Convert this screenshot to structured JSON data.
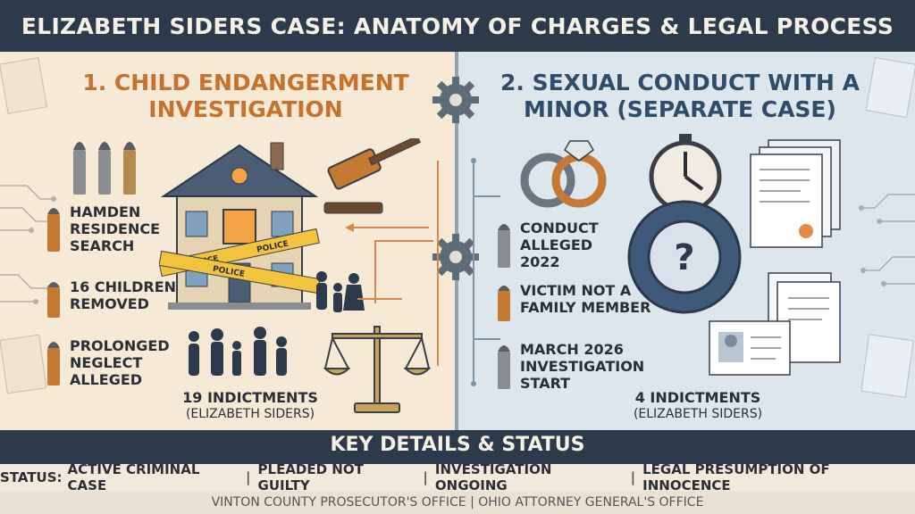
{
  "title": "ELIZABETH SIDERS CASE: ANATOMY OF CHARGES & LEGAL PROCESS",
  "section1": {
    "title": "1. CHILD ENDANGERMENT INVESTIGATION",
    "items": [
      "HAMDEN RESIDENCE SEARCH",
      "16 CHILDREN REMOVED",
      "PROLONGED NEGLECT ALLEGED"
    ],
    "indictments": "19 INDICTMENTS",
    "indictments_sub": "(ELIZABETH SIDERS)",
    "tape_label": "POLICE"
  },
  "section2": {
    "title": "2. SEXUAL CONDUCT WITH A MINOR (SEPARATE CASE)",
    "items": [
      "CONDUCT ALLEGED 2022",
      "VICTIM NOT A FAMILY MEMBER",
      "MARCH 2026 INVESTIGATION START"
    ],
    "indictments": "4 INDICTMENTS",
    "indictments_sub": "(ELIZABETH SIDERS)",
    "seal_symbol": "?"
  },
  "footer": {
    "heading": "KEY DETAILS & STATUS",
    "status_prefix": "STATUS:",
    "status": [
      "ACTIVE CRIMINAL CASE",
      "PLEADED NOT GUILTY",
      "INVESTIGATION ONGOING",
      "LEGAL PRESUMPTION OF INNOCENCE"
    ],
    "sources": "VINTON COUNTY PROSECUTOR'S OFFICE | OHIO ATTORNEY GENERAL'S OFFICE"
  },
  "colors": {
    "navy": "#2c3a4b",
    "orange": "#c8712c",
    "blue": "#2f4d6b",
    "cream": "#f6ead6",
    "slate": "#dde6ec"
  }
}
